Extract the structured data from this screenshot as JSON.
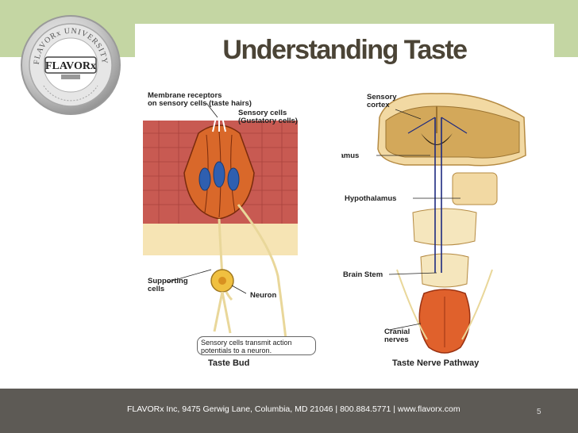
{
  "slide": {
    "title": "Understanding Taste",
    "page_number": "5"
  },
  "logo": {
    "university_text": "FLAVORx UNIVERSITY",
    "brand_text": "FLAVORx"
  },
  "taste_bud_diagram": {
    "labels": {
      "membrane_receptors": "Membrane receptors",
      "membrane_receptors_2": "on sensory cells (taste hairs)",
      "sensory_cells": "Sensory cells",
      "gustatory_cells": "(Gustatory cells)",
      "supporting": "Supporting",
      "cells": "cells",
      "neuron": "Neuron",
      "callout_line1": "Sensory cells transmit action",
      "callout_line2": "potentials to a neuron."
    },
    "caption": "Taste Bud"
  },
  "pathway_diagram": {
    "labels": {
      "sensory": "Sensory",
      "cortex": "cortex",
      "thalamus": "Thalamus",
      "hypothalamus": "Hypothalamus",
      "brain_stem": "Brain Stem",
      "cranial": "Cranial",
      "nerves": "nerves"
    },
    "caption": "Taste Nerve Pathway"
  },
  "footer": {
    "text": "FLAVORx Inc, 9475 Gerwig Lane, Columbia, MD 21046  |  800.884.5771  |  www.flavorx.com"
  },
  "colors": {
    "header_band": "#c4d6a3",
    "title_text": "#4b4436",
    "footer_bg": "#5d5a55"
  }
}
